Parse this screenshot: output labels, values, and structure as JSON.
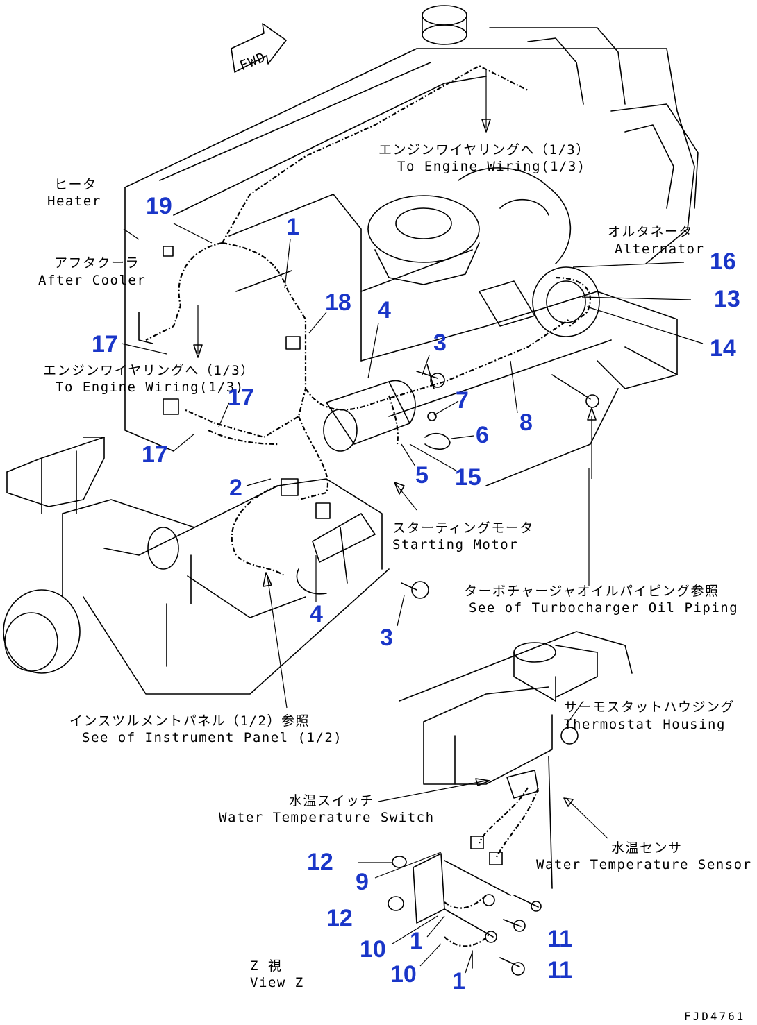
{
  "direction_marker": "FWD",
  "drawing_code": "FJD4761",
  "labels": {
    "heater_jp": "ヒータ",
    "heater_en": "Heater",
    "after_cooler_jp": "アフタクーラ",
    "after_cooler_en": "After Cooler",
    "to_engine_wiring_top_jp": "エンジンワイヤリングへ（1/3）",
    "to_engine_wiring_top_en": "To Engine Wiring(1/3)",
    "to_engine_wiring_left_jp": "エンジンワイヤリングへ（1/3）",
    "to_engine_wiring_left_en": "To Engine Wiring(1/3)",
    "alternator_jp": "オルタネータ",
    "alternator_en": "Alternator",
    "starting_motor_jp": "スターティングモータ",
    "starting_motor_en": "Starting Motor",
    "turbo_oil_jp": "ターボチャージャオイルパイピング参照",
    "turbo_oil_en": "See of Turbocharger Oil Piping",
    "instrument_panel_jp": "インスツルメントパネル（1/2）参照",
    "instrument_panel_en": "See of Instrument Panel (1/2)",
    "thermostat_jp": "サーモスタットハウジング",
    "thermostat_en": "Thermostat Housing",
    "water_switch_jp": "水温スイッチ",
    "water_switch_en": "Water Temperature Switch",
    "water_sensor_jp": "水温センサ",
    "water_sensor_en": "Water Temperature Sensor",
    "view_z_jp": "Z 視",
    "view_z_en": "View Z"
  },
  "callouts": [
    {
      "id": "c19",
      "text": "19"
    },
    {
      "id": "c1a",
      "text": "1"
    },
    {
      "id": "c18",
      "text": "18"
    },
    {
      "id": "c4a",
      "text": "4"
    },
    {
      "id": "c3a",
      "text": "3"
    },
    {
      "id": "c16",
      "text": "16"
    },
    {
      "id": "c13",
      "text": "13"
    },
    {
      "id": "c14",
      "text": "14"
    },
    {
      "id": "c17a",
      "text": "17"
    },
    {
      "id": "c17b",
      "text": "17"
    },
    {
      "id": "c17c",
      "text": "17"
    },
    {
      "id": "c7",
      "text": "7"
    },
    {
      "id": "c8",
      "text": "8"
    },
    {
      "id": "c6",
      "text": "6"
    },
    {
      "id": "c2",
      "text": "2"
    },
    {
      "id": "c5",
      "text": "5"
    },
    {
      "id": "c15",
      "text": "15"
    },
    {
      "id": "c4b",
      "text": "4"
    },
    {
      "id": "c3b",
      "text": "3"
    },
    {
      "id": "c12a",
      "text": "12"
    },
    {
      "id": "c9",
      "text": "9"
    },
    {
      "id": "c12b",
      "text": "12"
    },
    {
      "id": "c10a",
      "text": "10"
    },
    {
      "id": "c1b",
      "text": "1"
    },
    {
      "id": "c11a",
      "text": "11"
    },
    {
      "id": "c10b",
      "text": "10"
    },
    {
      "id": "c1c",
      "text": "1"
    },
    {
      "id": "c11b",
      "text": "11"
    }
  ],
  "colors": {
    "callout": "#1a36c8",
    "line": "#000000",
    "background": "#ffffff"
  }
}
